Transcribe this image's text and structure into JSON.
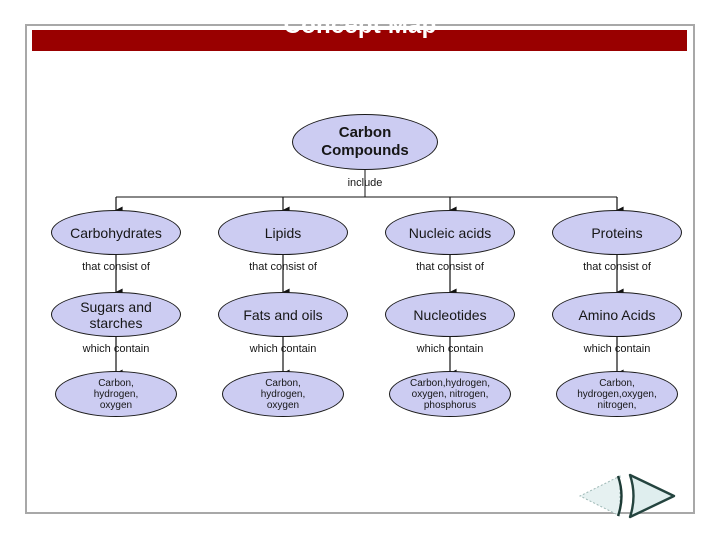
{
  "slide": {
    "title": "Concept Map",
    "title_bar_color": "#990000",
    "frame_border_color": "#a8a8a8",
    "background": "#ffffff"
  },
  "theme": {
    "node_fill": "#ccccf2",
    "node_stroke": "#1a1a1a",
    "text_color": "#161616",
    "nav_arrow_stroke": "#24443f",
    "nav_arrow_fill": "#dfeeee"
  },
  "diagram": {
    "type": "concept-map",
    "root": {
      "label_line1": "Carbon",
      "label_line2": "Compounds"
    },
    "root_edge_label": "include",
    "columns": [
      {
        "level1": "Carbohydrates",
        "edge1": "that consist of",
        "level2_line1": "Sugars and",
        "level2_line2": "starches",
        "edge2": "which contain",
        "level3_line1": "Carbon,",
        "level3_line2": "hydrogen,",
        "level3_line3": "oxygen"
      },
      {
        "level1": "Lipids",
        "edge1": "that consist of",
        "level2_line1": "Fats and oils",
        "level2_line2": "",
        "edge2": "which contain",
        "level3_line1": "Carbon,",
        "level3_line2": "hydrogen,",
        "level3_line3": "oxygen"
      },
      {
        "level1": "Nucleic acids",
        "edge1": "that consist of",
        "level2_line1": "Nucleotides",
        "level2_line2": "",
        "edge2": "which contain",
        "level3_line1": "Carbon,hydrogen,",
        "level3_line2": "oxygen, nitrogen,",
        "level3_line3": "phosphorus"
      },
      {
        "level1": "Proteins",
        "edge1": "that consist of",
        "level2_line1": "Amino Acids",
        "level2_line2": "",
        "edge2": "which contain",
        "level3_line1": "Carbon,",
        "level3_line2": "hydrogen,oxygen,",
        "level3_line3": "nitrogen,"
      }
    ]
  },
  "navigation": {
    "previous_icon": "triangle-left-icon",
    "next_icon": "triangle-right-icon"
  }
}
